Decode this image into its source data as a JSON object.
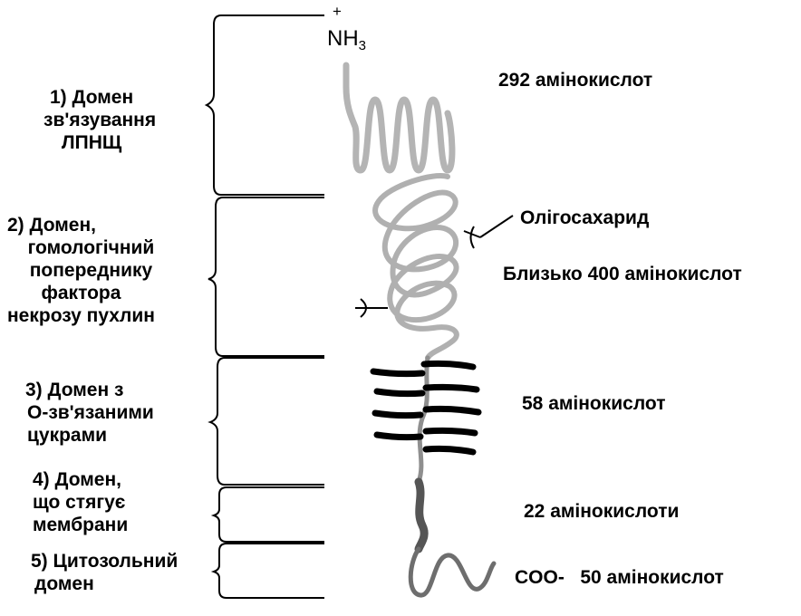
{
  "terminal": {
    "n_plus": "+",
    "n_main": "NH",
    "n_sub": "3"
  },
  "domains": [
    {
      "lines": [
        "1) Домен",
        "зв'язування",
        "ЛПНЩ"
      ]
    },
    {
      "lines": [
        "2) Домен,",
        "гомологічний",
        "попереднику",
        "фактора",
        "некрозу пухлин"
      ]
    },
    {
      "lines": [
        "3) Домен з",
        "О-зв'язаними",
        "цукрами"
      ]
    },
    {
      "lines": [
        "4) Домен,",
        "що стягує",
        "мембрани"
      ]
    },
    {
      "lines": [
        "5) Цитозольний",
        "домен"
      ]
    }
  ],
  "annotations": {
    "aa_292": "292 амінокислот",
    "oligosaccharide": "Олігосахарид",
    "aa_400": "Близько 400 амінокислот",
    "aa_58": "58 амінокислот",
    "aa_22": "22 амінокислоти",
    "coo": "COO-   50 амінокислот"
  },
  "colors": {
    "ink": "#000000",
    "chain_light": "#b4b4b4",
    "chain_mid": "#8a8a8a",
    "chain_dark": "#555555"
  }
}
